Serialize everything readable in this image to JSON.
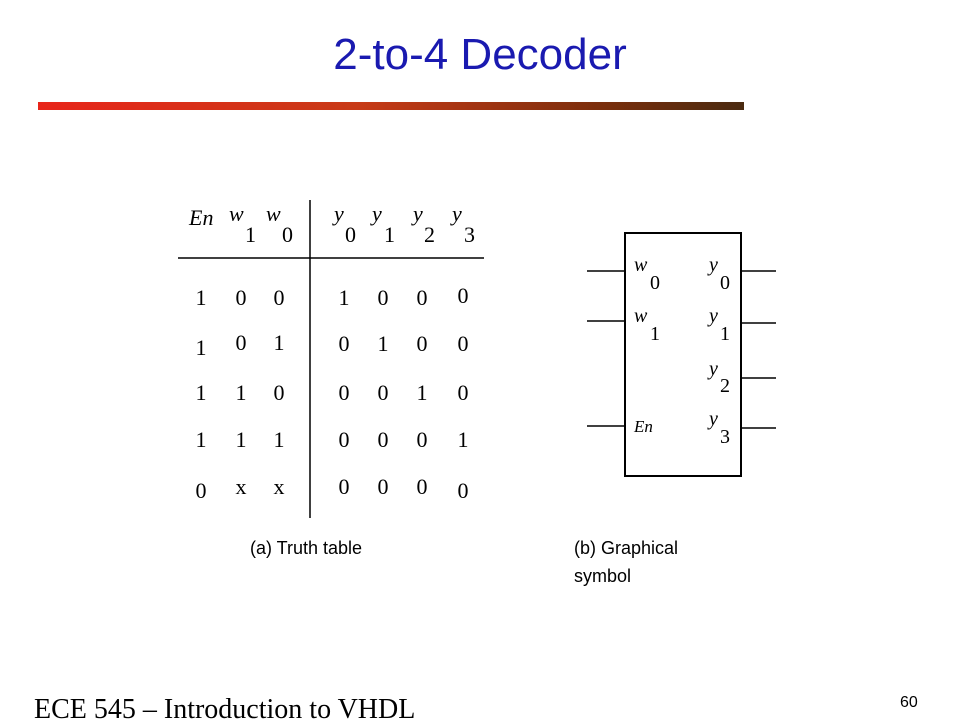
{
  "slide": {
    "title": "2-to-4 Decoder",
    "footer": "ECE 545 – Introduction to VHDL",
    "page_number": "60"
  },
  "truth_table": {
    "caption": "(a) Truth table",
    "headers": {
      "en": "En",
      "w1": "w",
      "w1_sub": "1",
      "w0": "w",
      "w0_sub": "0",
      "y0": "y",
      "y0_sub": "0",
      "y1": "y",
      "y1_sub": "1",
      "y2": "y",
      "y2_sub": "2",
      "y3": "y",
      "y3_sub": "3"
    },
    "rows": [
      [
        "1",
        "0",
        "0",
        "1",
        "0",
        "0",
        "0"
      ],
      [
        "1",
        "0",
        "1",
        "0",
        "1",
        "0",
        "0"
      ],
      [
        "1",
        "1",
        "0",
        "0",
        "0",
        "1",
        "0"
      ],
      [
        "1",
        "1",
        "1",
        "0",
        "0",
        "0",
        "1"
      ],
      [
        "0",
        "x",
        "x",
        "0",
        "0",
        "0",
        "0"
      ]
    ]
  },
  "symbol": {
    "caption_line1": "(b) Graphical",
    "caption_line2": "symbol",
    "inputs": {
      "w0": "w",
      "w0_sub": "0",
      "w1": "w",
      "w1_sub": "1",
      "en": "En"
    },
    "outputs": {
      "y0": "y",
      "y0_sub": "0",
      "y1": "y",
      "y1_sub": "1",
      "y2": "y",
      "y2_sub": "2",
      "y3": "y",
      "y3_sub": "3"
    }
  }
}
